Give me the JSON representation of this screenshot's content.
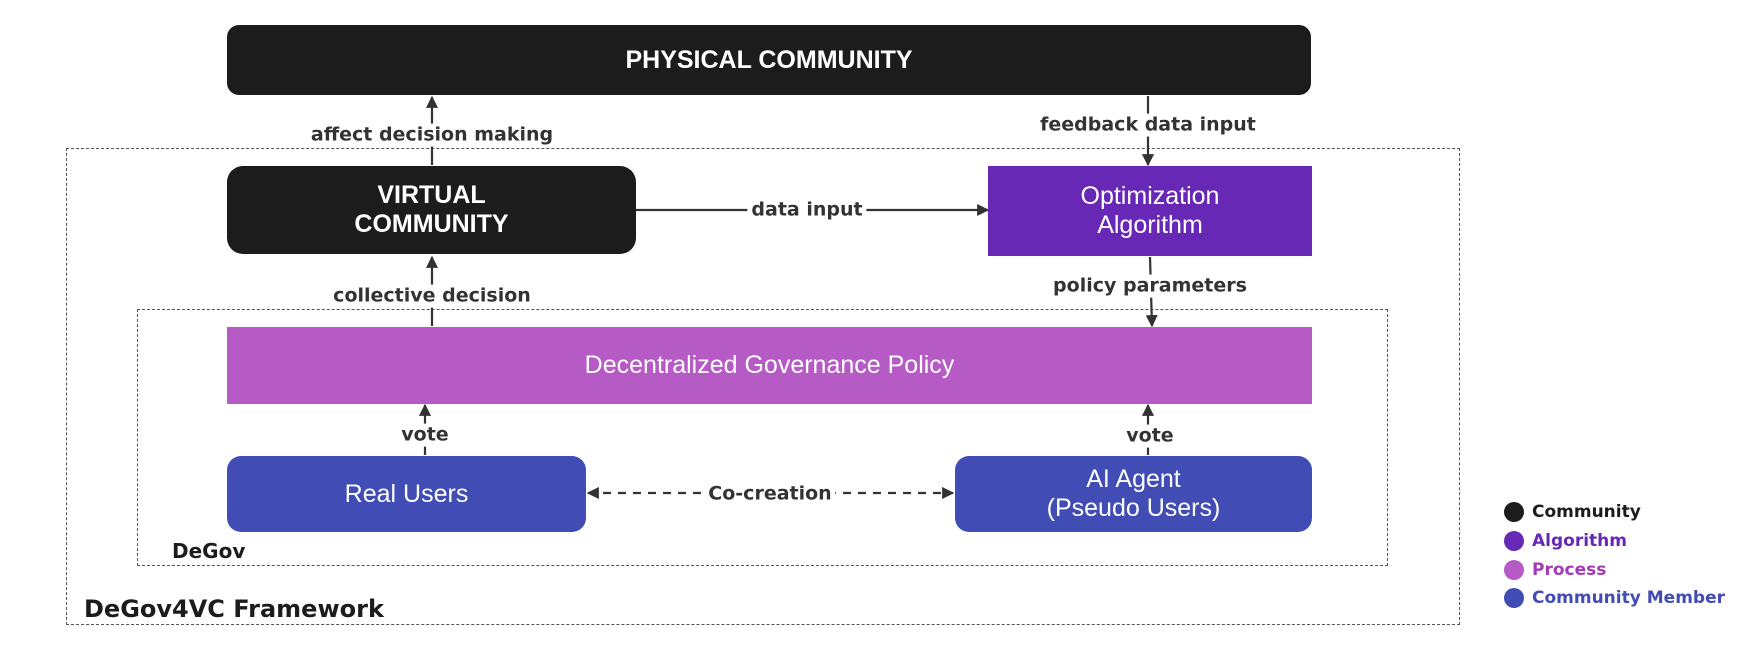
{
  "colors": {
    "community": "#1c1c1c",
    "algorithm": "#6729b5",
    "process": "#b65bc6",
    "community_member": "#414cb4",
    "arrow": "#333333"
  },
  "nodes": {
    "physical_community": "PHYSICAL COMMUNITY",
    "virtual_community": "VIRTUAL\nCOMMUNITY",
    "optimization_algorithm": "Optimization\nAlgorithm",
    "governance_policy": "Decentralized Governance Policy",
    "real_users": "Real Users",
    "ai_agent": "AI Agent\n(Pseudo Users)"
  },
  "edges": {
    "affect_decision": "affect decision making",
    "feedback_data": "feedback data input",
    "data_input": "data input",
    "collective_decision": "collective decision",
    "policy_parameters": "policy parameters",
    "vote_real": "vote",
    "vote_ai": "vote",
    "co_creation": "Co-creation"
  },
  "frames": {
    "degov": "DeGov",
    "framework": "DeGov4VC Framework"
  },
  "legend": [
    {
      "label": "Community",
      "color": "#1c1c1c"
    },
    {
      "label": "Algorithm",
      "color": "#6729b5"
    },
    {
      "label": "Process",
      "color": "#b65bc6"
    },
    {
      "label": "Community Member",
      "color": "#414cb4"
    }
  ]
}
